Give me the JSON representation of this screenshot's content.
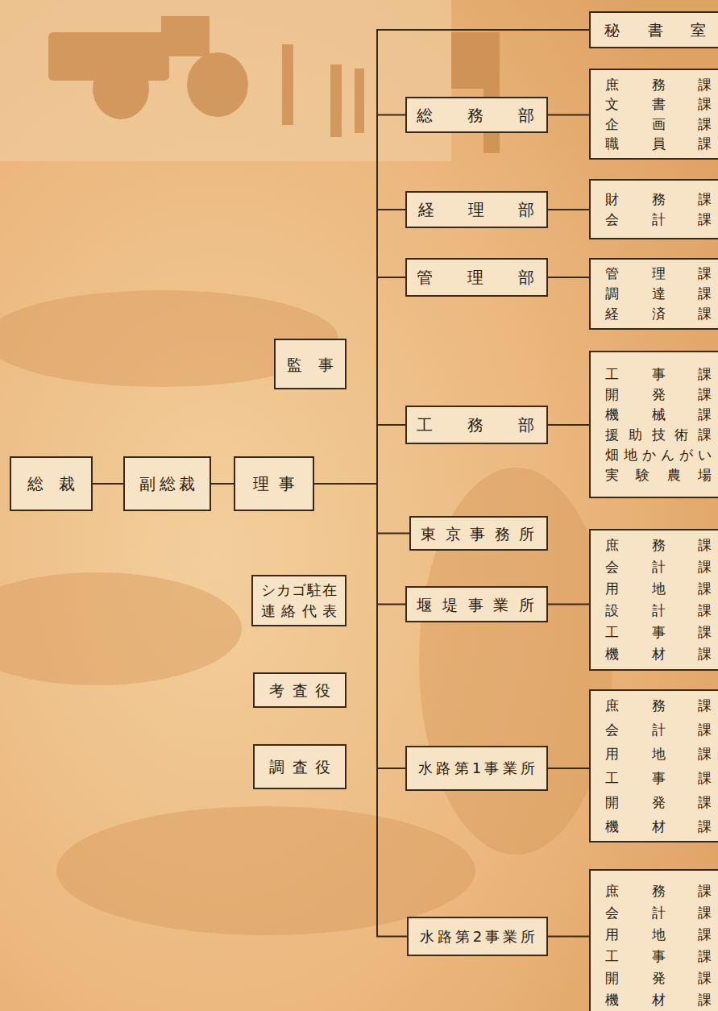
{
  "diagram": {
    "nodes": [
      {
        "text": [
          "総裁"
        ]
      },
      {
        "text": [
          "副総裁"
        ]
      },
      {
        "text": [
          "理事"
        ]
      },
      {
        "text": [
          "監事"
        ]
      },
      {
        "text": [
          "シカゴ駐在 連絡代表"
        ]
      },
      {
        "text": [
          "考査役"
        ]
      },
      {
        "text": [
          "調査役"
        ]
      },
      {
        "text": [
          "秘書室"
        ]
      },
      {
        "text": [
          "総務部"
        ]
      },
      {
        "text": [
          "庶務課",
          "文書課",
          "企画課",
          "職員課"
        ]
      },
      {
        "text": [
          "経理部"
        ]
      },
      {
        "text": [
          "財務課",
          "会計課"
        ]
      },
      {
        "text": [
          "管理部"
        ]
      },
      {
        "text": [
          "管理課",
          "調達課",
          "経済課"
        ]
      },
      {
        "text": [
          "工務部"
        ]
      },
      {
        "text": [
          "工事課",
          "開発課",
          "機械課",
          "援助技術課",
          "畑地かんがい 実験農場"
        ]
      },
      {
        "text": [
          "東京事務所"
        ]
      },
      {
        "text": [
          "堰堤事業所"
        ]
      },
      {
        "text": [
          "庶務課",
          "会計課",
          "用地課",
          "設計課",
          "工事課",
          "機材課"
        ]
      },
      {
        "text": [
          "水路第1事業所"
        ]
      },
      {
        "text": [
          "庶務課",
          "会計課",
          "用地課",
          "工事課",
          "開発課",
          "機材課"
        ]
      },
      {
        "text": [
          "水路第2事業所"
        ]
      },
      {
        "text": [
          "庶務課",
          "会計課",
          "用地課",
          "工事課",
          "開発課",
          "機材課"
        ]
      }
    ],
    "edges": [
      {
        "from": 0,
        "to": 1,
        "arrow": "none"
      },
      {
        "from": 1,
        "to": 2,
        "arrow": "none"
      },
      {
        "from": 2,
        "to": 7,
        "arrow": "none"
      },
      {
        "from": 2,
        "to": 8,
        "arrow": "none"
      },
      {
        "from": 2,
        "to": 10,
        "arrow": "none"
      },
      {
        "from": 2,
        "to": 12,
        "arrow": "none"
      },
      {
        "from": 2,
        "to": 14,
        "arrow": "none"
      },
      {
        "from": 2,
        "to": 16,
        "arrow": "none"
      },
      {
        "from": 2,
        "to": 17,
        "arrow": "none"
      },
      {
        "from": 2,
        "to": 19,
        "arrow": "none"
      },
      {
        "from": 2,
        "to": 21,
        "arrow": "none"
      },
      {
        "from": 8,
        "to": 9,
        "arrow": "none"
      },
      {
        "from": 10,
        "to": 11,
        "arrow": "none"
      },
      {
        "from": 12,
        "to": 13,
        "arrow": "none"
      },
      {
        "from": 14,
        "to": 15,
        "arrow": "none"
      },
      {
        "from": 17,
        "to": 18,
        "arrow": "none"
      },
      {
        "from": 19,
        "to": 20,
        "arrow": "none"
      },
      {
        "from": 21,
        "to": 22,
        "arrow": "none"
      }
    ]
  }
}
